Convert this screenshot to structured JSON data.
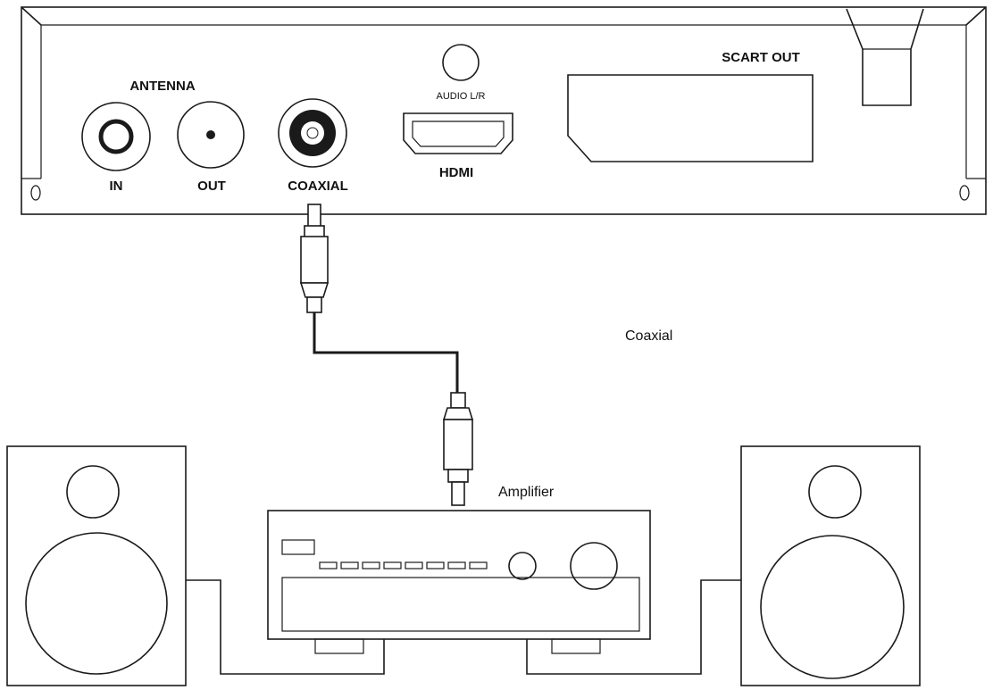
{
  "labels": {
    "antenna": "ANTENNA",
    "antenna_in": "IN",
    "antenna_out": "OUT",
    "coaxial_port": "COAXIAL",
    "audio_lr": "AUDIO L/R",
    "hdmi": "HDMI",
    "scart_out": "SCART OUT",
    "cable_label": "Coaxial",
    "amplifier": "Amplifier"
  },
  "colors": {
    "line": "#1a1a1a",
    "background": "#ffffff"
  }
}
